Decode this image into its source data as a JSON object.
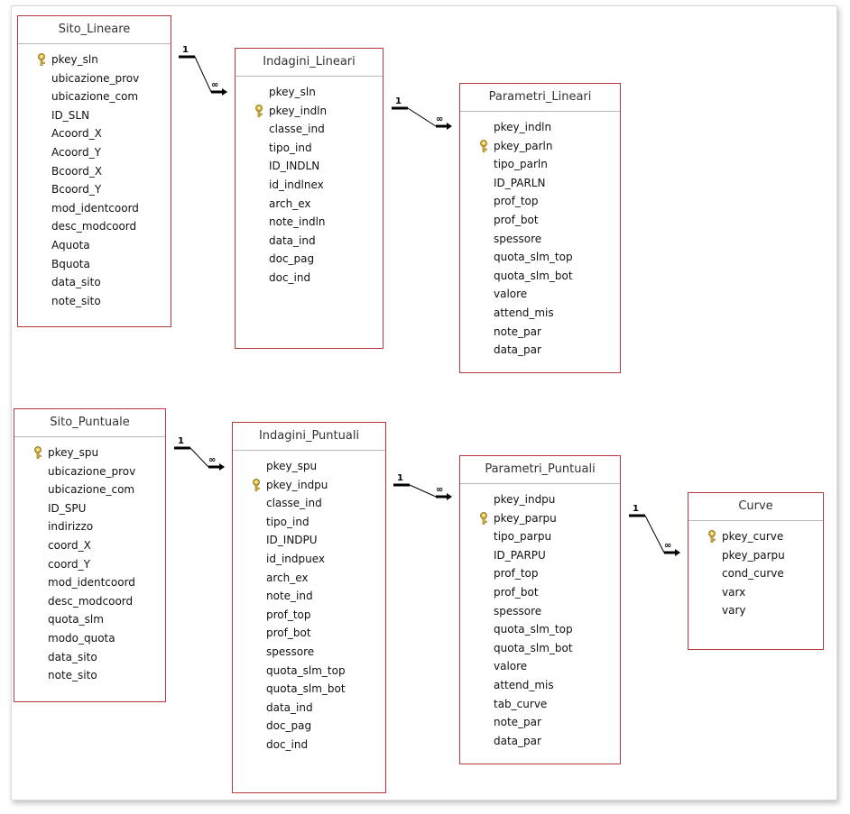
{
  "tables": [
    {
      "name": "Sito_Lineare",
      "fields": [
        {
          "label": "pkey_sln",
          "key": true
        },
        {
          "label": "ubicazione_prov"
        },
        {
          "label": "ubicazione_com"
        },
        {
          "label": "ID_SLN"
        },
        {
          "label": "Acoord_X"
        },
        {
          "label": "Acoord_Y"
        },
        {
          "label": "Bcoord_X"
        },
        {
          "label": "Bcoord_Y"
        },
        {
          "label": "mod_identcoord"
        },
        {
          "label": "desc_modcoord"
        },
        {
          "label": "Aquota"
        },
        {
          "label": "Bquota"
        },
        {
          "label": "data_sito"
        },
        {
          "label": "note_sito"
        }
      ]
    },
    {
      "name": "Indagini_Lineari",
      "fields": [
        {
          "label": "pkey_sln"
        },
        {
          "label": "pkey_indln",
          "key": true
        },
        {
          "label": "classe_ind"
        },
        {
          "label": "tipo_ind"
        },
        {
          "label": "ID_INDLN"
        },
        {
          "label": "id_indlnex"
        },
        {
          "label": "arch_ex"
        },
        {
          "label": "note_indln"
        },
        {
          "label": "data_ind"
        },
        {
          "label": "doc_pag"
        },
        {
          "label": "doc_ind"
        }
      ]
    },
    {
      "name": "Parametri_Lineari",
      "fields": [
        {
          "label": "pkey_indln"
        },
        {
          "label": "pkey_parln",
          "key": true
        },
        {
          "label": "tipo_parln"
        },
        {
          "label": "ID_PARLN"
        },
        {
          "label": "prof_top"
        },
        {
          "label": "prof_bot"
        },
        {
          "label": "spessore"
        },
        {
          "label": "quota_slm_top"
        },
        {
          "label": "quota_slm_bot"
        },
        {
          "label": "valore"
        },
        {
          "label": "attend_mis"
        },
        {
          "label": "note_par"
        },
        {
          "label": "data_par"
        }
      ]
    },
    {
      "name": "Sito_Puntuale",
      "fields": [
        {
          "label": "pkey_spu",
          "key": true
        },
        {
          "label": "ubicazione_prov"
        },
        {
          "label": "ubicazione_com"
        },
        {
          "label": "ID_SPU"
        },
        {
          "label": "indirizzo"
        },
        {
          "label": "coord_X"
        },
        {
          "label": "coord_Y"
        },
        {
          "label": "mod_identcoord"
        },
        {
          "label": "desc_modcoord"
        },
        {
          "label": "quota_slm"
        },
        {
          "label": "modo_quota"
        },
        {
          "label": "data_sito"
        },
        {
          "label": "note_sito"
        }
      ]
    },
    {
      "name": "Indagini_Puntuali",
      "fields": [
        {
          "label": "pkey_spu"
        },
        {
          "label": "pkey_indpu",
          "key": true
        },
        {
          "label": "classe_ind"
        },
        {
          "label": "tipo_ind"
        },
        {
          "label": "ID_INDPU"
        },
        {
          "label": "id_indpuex"
        },
        {
          "label": "arch_ex"
        },
        {
          "label": "note_ind"
        },
        {
          "label": "prof_top"
        },
        {
          "label": "prof_bot"
        },
        {
          "label": "spessore"
        },
        {
          "label": "quota_slm_top"
        },
        {
          "label": "quota_slm_bot"
        },
        {
          "label": "data_ind"
        },
        {
          "label": "doc_pag"
        },
        {
          "label": "doc_ind"
        }
      ]
    },
    {
      "name": "Parametri_Puntuali",
      "fields": [
        {
          "label": "pkey_indpu"
        },
        {
          "label": "pkey_parpu",
          "key": true
        },
        {
          "label": "tipo_parpu"
        },
        {
          "label": "ID_PARPU"
        },
        {
          "label": "prof_top"
        },
        {
          "label": "prof_bot"
        },
        {
          "label": "spessore"
        },
        {
          "label": "quota_slm_top"
        },
        {
          "label": "quota_slm_bot"
        },
        {
          "label": "valore"
        },
        {
          "label": "attend_mis"
        },
        {
          "label": "tab_curve"
        },
        {
          "label": "note_par"
        },
        {
          "label": "data_par"
        }
      ]
    },
    {
      "name": "Curve",
      "fields": [
        {
          "label": "pkey_curve",
          "key": true
        },
        {
          "label": "pkey_parpu"
        },
        {
          "label": "cond_curve"
        },
        {
          "label": "varx"
        },
        {
          "label": "vary"
        }
      ]
    }
  ],
  "relationships": [
    {
      "from": "Sito_Lineare",
      "to": "Indagini_Lineari",
      "one_label": "1",
      "many_label": "∞"
    },
    {
      "from": "Indagini_Lineari",
      "to": "Parametri_Lineari",
      "one_label": "1",
      "many_label": "∞"
    },
    {
      "from": "Sito_Puntuale",
      "to": "Indagini_Puntuali",
      "one_label": "1",
      "many_label": "∞"
    },
    {
      "from": "Indagini_Puntuali",
      "to": "Parametri_Puntuali",
      "one_label": "1",
      "many_label": "∞"
    },
    {
      "from": "Parametri_Puntuali",
      "to": "Curve",
      "one_label": "1",
      "many_label": "∞"
    }
  ],
  "colors": {
    "table_border": "#b8383b",
    "title_divider": "#b8b8b8",
    "key_icon": "#c9a227",
    "line": "#000000"
  }
}
